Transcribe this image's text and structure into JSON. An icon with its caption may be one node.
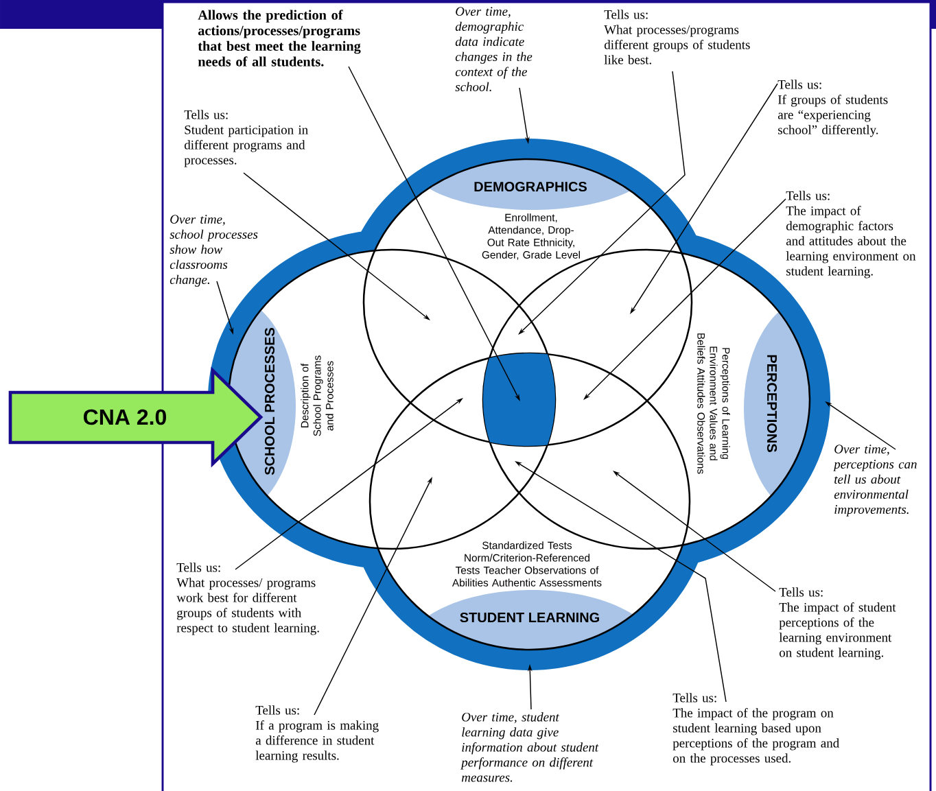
{
  "diagram": {
    "nodes": [
      {
        "text": [
          "Allows the prediction of actions/processes/programs that best meet the learning needs of all students."
        ]
      },
      {
        "text": [
          "Over time, demographic data indicate changes in the context of the school."
        ]
      },
      {
        "text": [
          "Tells us:",
          "What processes/programs different groups of students like best."
        ]
      },
      {
        "text": [
          "Tells us:",
          "If groups of students are “experiencing school” differently."
        ]
      },
      {
        "text": [
          "Tells us:",
          "Student participation in different programs and processes."
        ]
      },
      {
        "text": [
          "Tells us:",
          "The impact of demographic factors and attitudes about the learning environment on student learning."
        ]
      },
      {
        "text": [
          "Over time, school processes show how classrooms change."
        ]
      },
      {
        "text": [
          "DEMOGRAPHICS",
          "Enrollment, Attendance, Drop-Out Rate Ethnicity, Gender, Grade Level"
        ]
      },
      {
        "text": [
          "SCHOOL PROCESSES",
          "Description of School Programs and Processes"
        ]
      },
      {
        "text": [
          "PERCEPTIONS",
          "Perceptions of Learning Environment Values and Beliefs Attitudes Observations"
        ]
      },
      {
        "text": [
          "Standardized Tests Norm/Criterion-Referenced Tests Teacher Observations of Abilities Authentic Assessments",
          "STUDENT LEARNING"
        ]
      },
      {
        "text": [],
        "shape": "box"
      },
      {
        "text": [
          "CNA 2.0"
        ]
      },
      {
        "text": [
          "Over time, perceptions can tell us about environmental improvements."
        ]
      },
      {
        "text": [
          "Tells us:",
          "What processes/ programs work best for different groups of students with respect to student learning."
        ]
      },
      {
        "text": [
          "Tells us:",
          "The impact of student perceptions of the learning environment on student learning."
        ]
      },
      {
        "text": [
          "Tells us:",
          "If a program is making a difference in student learning results."
        ]
      },
      {
        "text": [
          "Over time, student learning data give information about student performance on different measures."
        ]
      },
      {
        "text": [
          "Tells us:",
          "The impact of the program on student learning based upon perceptions of the program and on the processes used."
        ]
      }
    ],
    "edges": [
      {
        "from": 0,
        "to": 11,
        "arrow": "to"
      },
      {
        "from": 1,
        "to": 7,
        "arrow": "to"
      },
      {
        "from": 2,
        "to": 7,
        "arrow": "to"
      },
      {
        "from": 3,
        "to": 7,
        "arrow": "to"
      },
      {
        "from": 4,
        "to": 7,
        "arrow": "to"
      },
      {
        "from": 5,
        "to": 7,
        "arrow": "to"
      },
      {
        "from": 6,
        "to": 8,
        "arrow": "to"
      },
      {
        "from": 13,
        "to": 9,
        "arrow": "to"
      },
      {
        "from": 14,
        "to": 7,
        "arrow": "to"
      },
      {
        "from": 15,
        "to": 10,
        "arrow": "to"
      },
      {
        "from": 16,
        "to": 10,
        "arrow": "to"
      },
      {
        "from": 17,
        "to": 10,
        "arrow": "to"
      },
      {
        "from": 18,
        "to": 10,
        "arrow": "to"
      }
    ]
  }
}
